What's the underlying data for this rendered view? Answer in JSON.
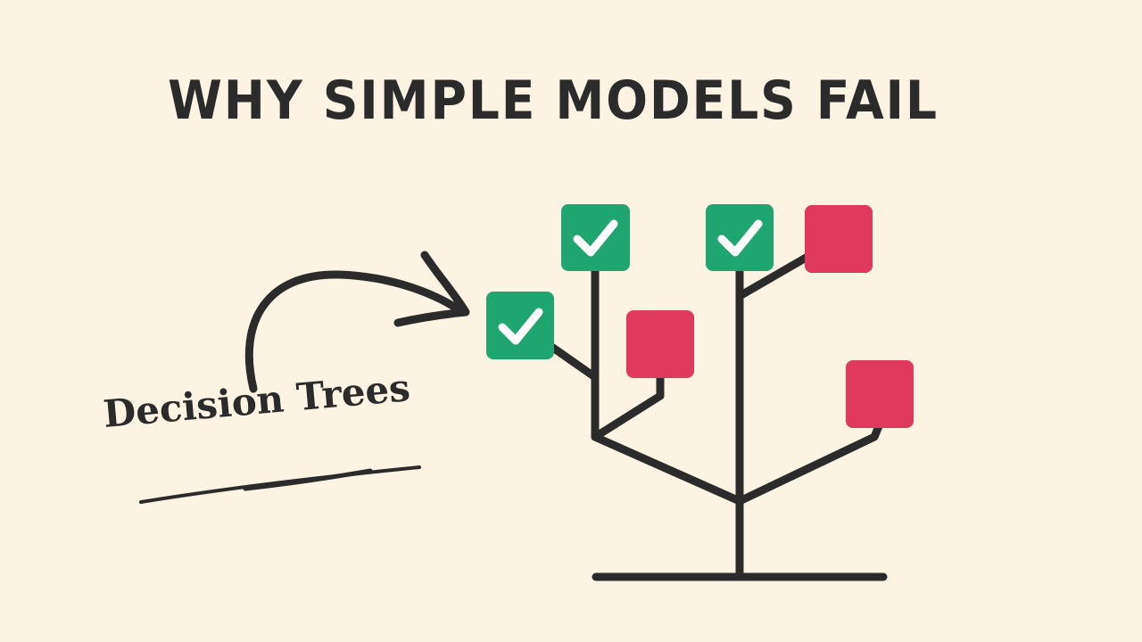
{
  "title": "WHY SIMPLE MODELS FAIL",
  "label": "Decision Trees",
  "colors": {
    "background": "#fdf3e3",
    "ink": "#2b2b2b",
    "pass": "#1fa56f",
    "fail": "#e0395e"
  },
  "leaves": [
    {
      "status": "pass",
      "icon": "check-icon"
    },
    {
      "status": "pass",
      "icon": "check-icon"
    },
    {
      "status": "fail"
    },
    {
      "status": "pass",
      "icon": "check-icon"
    },
    {
      "status": "fail"
    },
    {
      "status": "fail"
    }
  ]
}
